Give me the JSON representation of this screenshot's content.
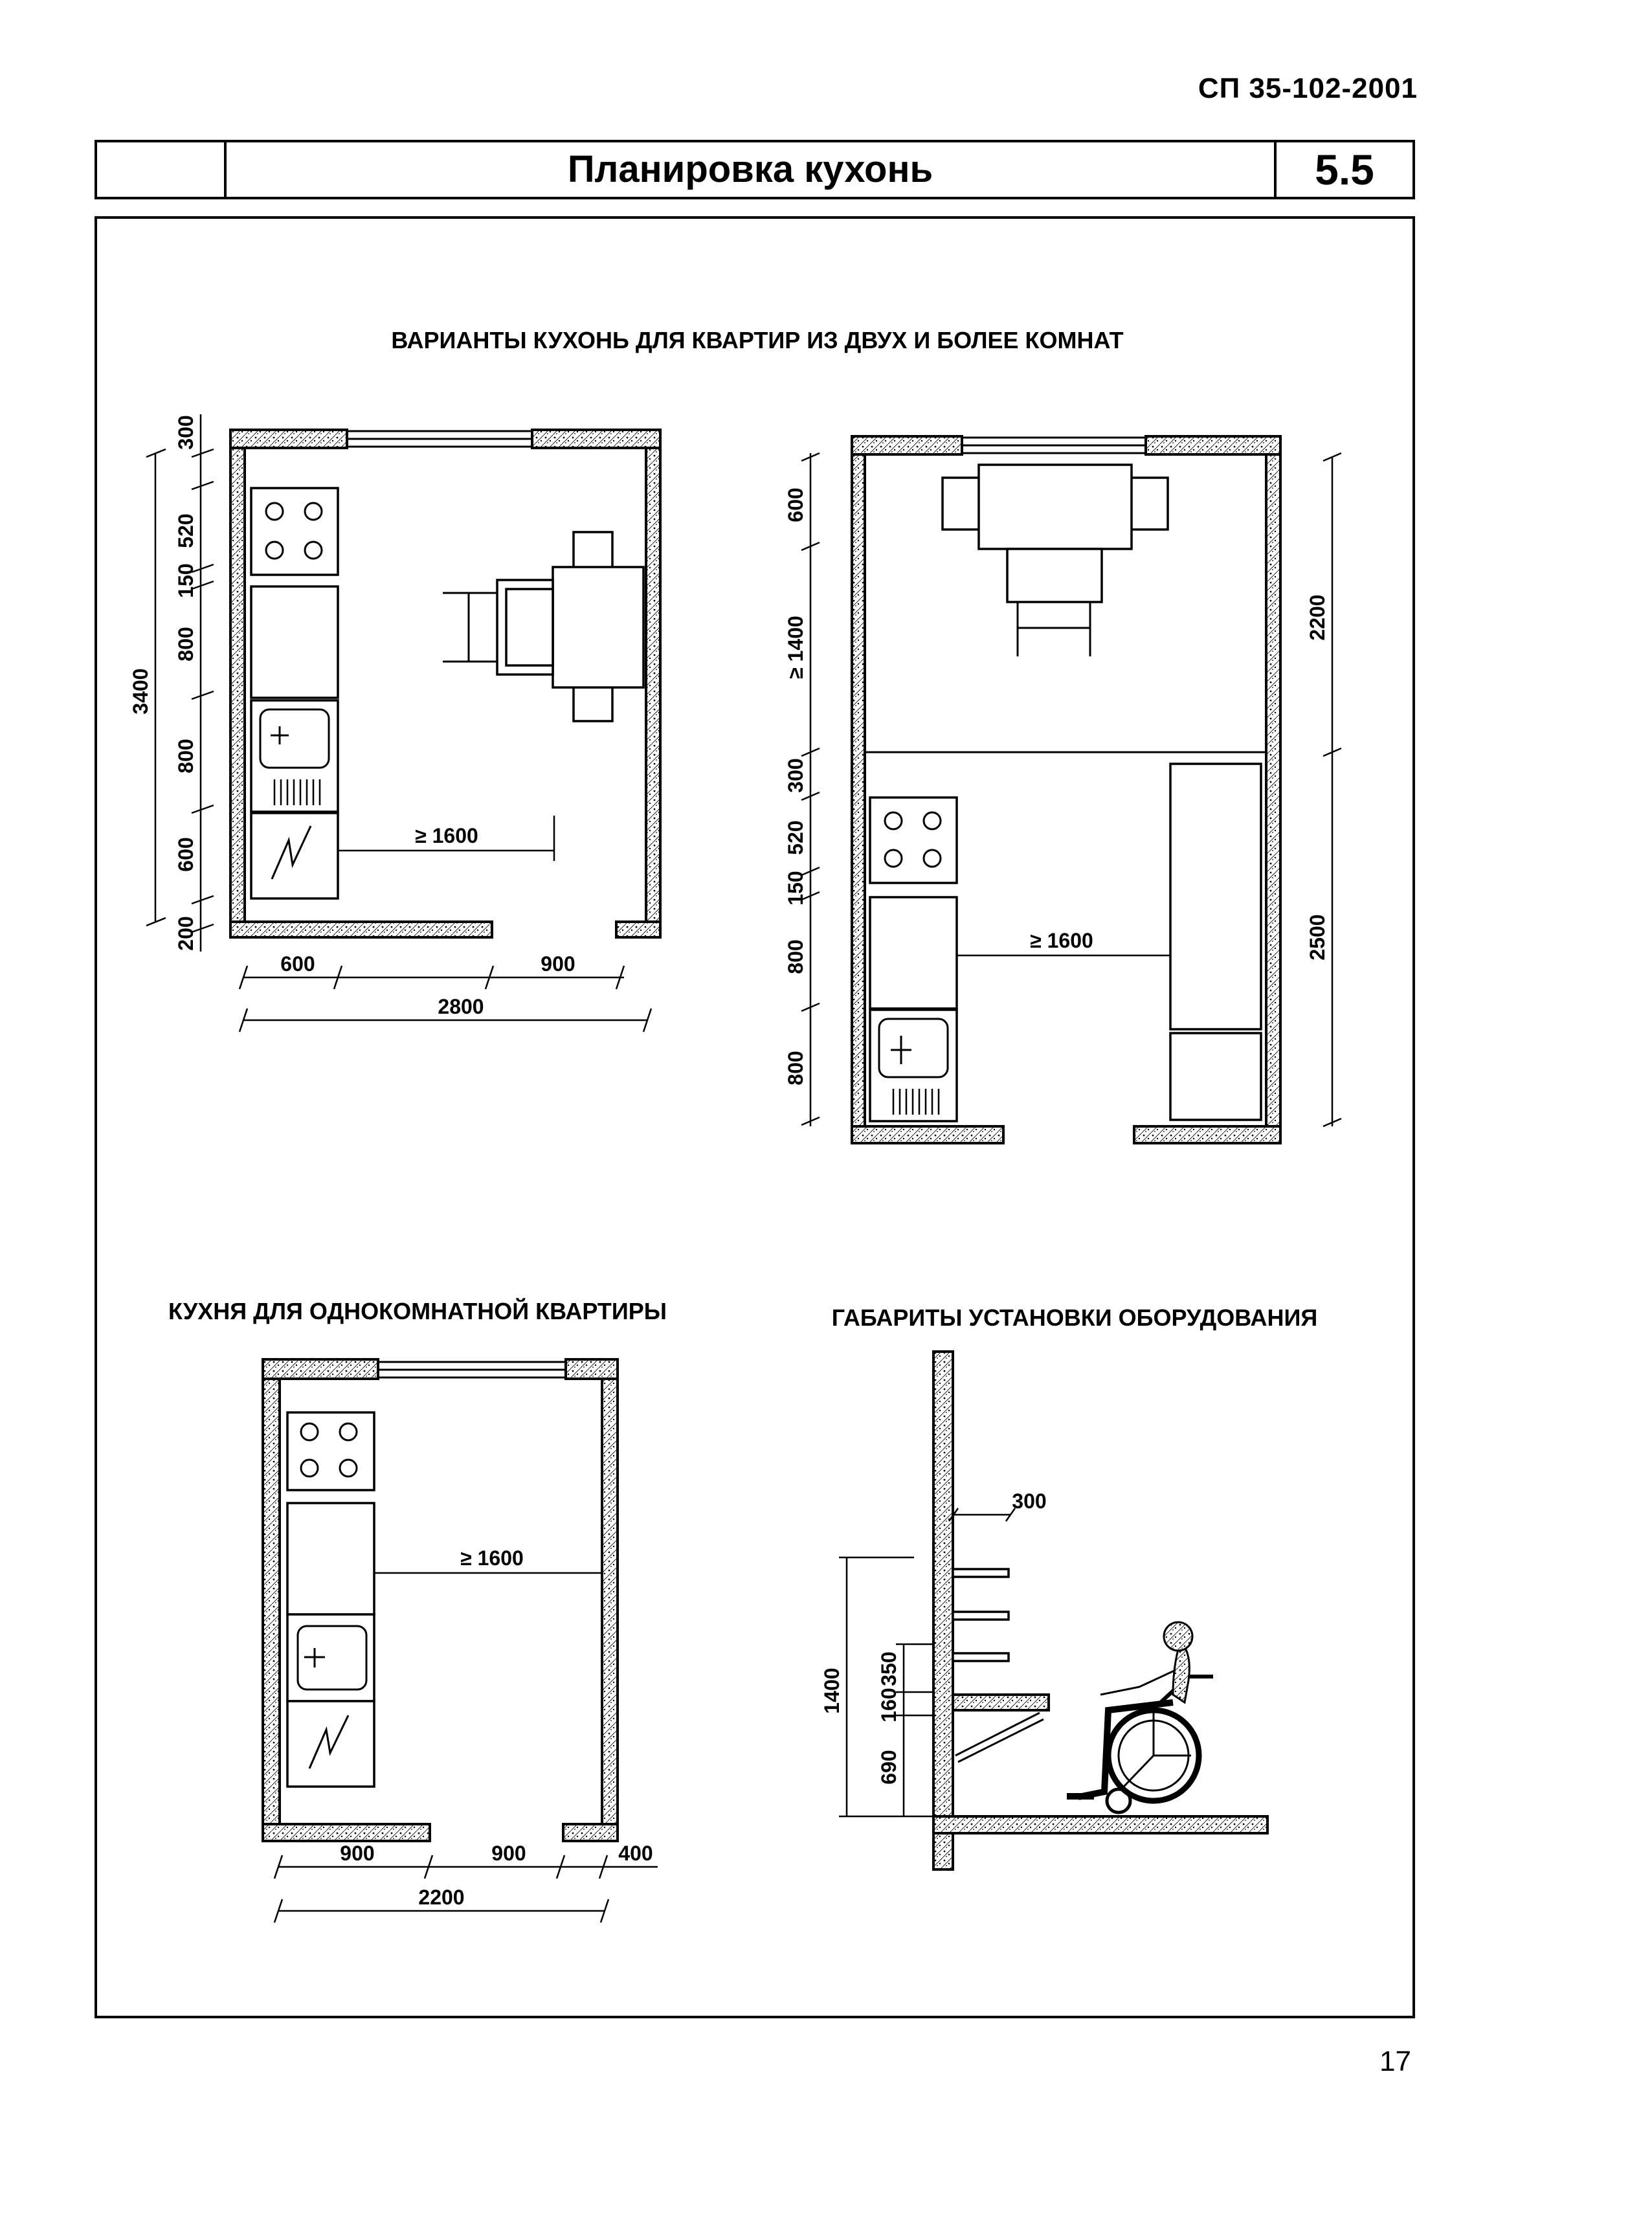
{
  "header": {
    "doc_code": "СП 35-102-2001",
    "title": "Планировка кухонь",
    "section": "5.5"
  },
  "sections": {
    "multi_room": "ВАРИАНТЫ КУХОНЬ ДЛЯ КВАРТИР ИЗ ДВУХ И БОЛЕЕ КОМНАТ",
    "one_room": "КУХНЯ ДЛЯ ОДНОКОМНАТНОЙ КВАРТИРЫ",
    "equipment": "ГАБАРИТЫ УСТАНОВКИ ОБОРУДОВАНИЯ"
  },
  "plan_a": {
    "left_dims": [
      "300",
      "520",
      "150",
      "800",
      "800",
      "600",
      "200"
    ],
    "total_height": "3400",
    "bottom_dims": [
      "600",
      "900"
    ],
    "total_width": "2800",
    "clearance": "≥ 1600"
  },
  "plan_b": {
    "left_dims": [
      "600",
      "≥ 1400",
      "300",
      "520",
      "150",
      "800",
      "800"
    ],
    "right_dims": [
      "2200",
      "2500"
    ],
    "clearance": "≥ 1600"
  },
  "plan_c": {
    "bottom_dims": [
      "900",
      "900",
      "400"
    ],
    "total_width": "2200",
    "clearance": "≥ 1600"
  },
  "equipment": {
    "shelf_depth": "300",
    "total_height": "1400",
    "heights": [
      "350",
      "160",
      "690"
    ]
  },
  "page_number": "17"
}
